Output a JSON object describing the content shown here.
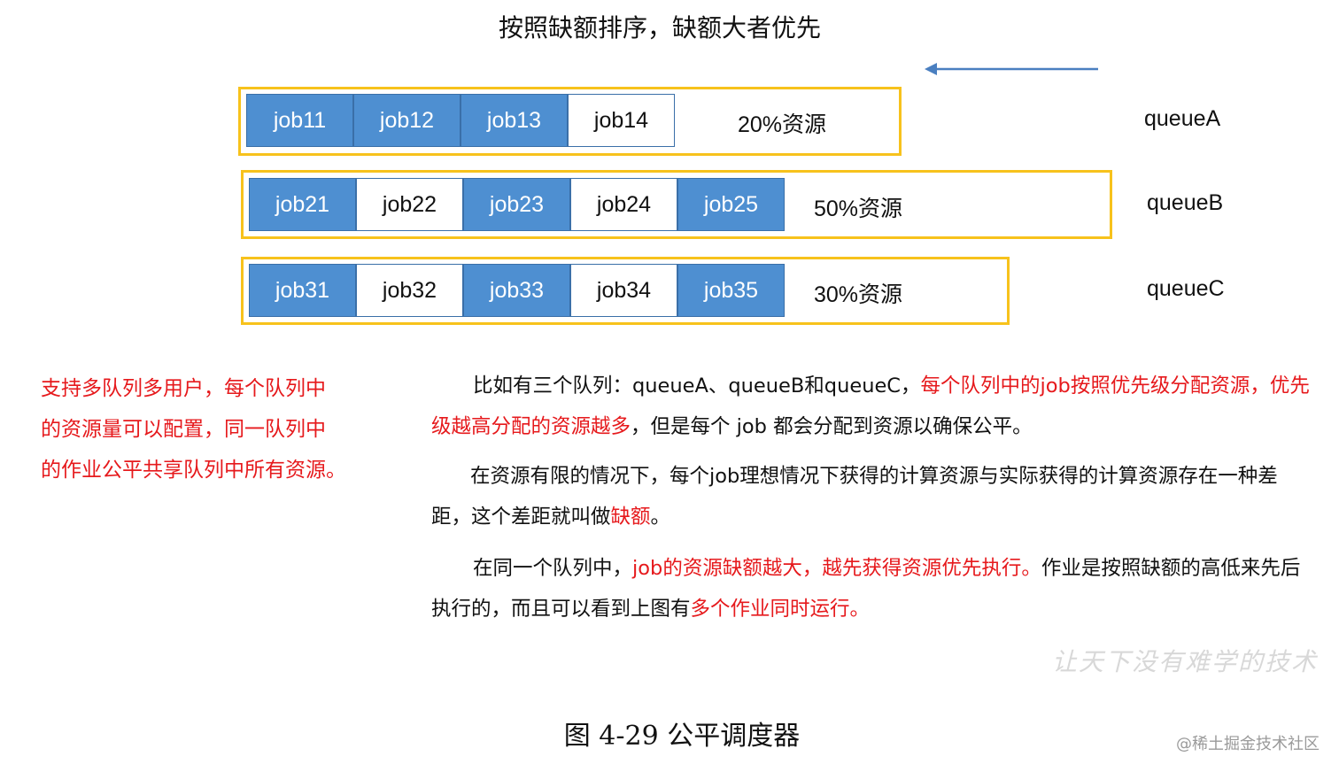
{
  "title": "按照缺额排序，缺额大者优先",
  "colors": {
    "job_filled": "#4e8fd1",
    "queue_border": "#f7c21c",
    "arrow": "#4a7fc0",
    "highlight_text": "#e6191c"
  },
  "arrow_icon": "left-arrow-icon",
  "queues": [
    {
      "name": "queueA",
      "share": "20%资源",
      "jobs": [
        {
          "label": "job11",
          "filled": true
        },
        {
          "label": "job12",
          "filled": true
        },
        {
          "label": "job13",
          "filled": true
        },
        {
          "label": "job14",
          "filled": false
        }
      ]
    },
    {
      "name": "queueB",
      "share": "50%资源",
      "jobs": [
        {
          "label": "job21",
          "filled": true
        },
        {
          "label": "job22",
          "filled": false
        },
        {
          "label": "job23",
          "filled": true
        },
        {
          "label": "job24",
          "filled": false
        },
        {
          "label": "job25",
          "filled": true
        }
      ]
    },
    {
      "name": "queueC",
      "share": "30%资源",
      "jobs": [
        {
          "label": "job31",
          "filled": true
        },
        {
          "label": "job32",
          "filled": false
        },
        {
          "label": "job33",
          "filled": true
        },
        {
          "label": "job34",
          "filled": false
        },
        {
          "label": "job35",
          "filled": true
        }
      ]
    }
  ],
  "left_note": [
    "支持多队列多用户，每个队列中",
    "的资源量可以配置，同一队列中",
    "的作业公平共享队列中所有资源。"
  ],
  "para1": {
    "a": "比如有三个队列：queueA、queueB和queueC，",
    "b": "每个队列中的job按照优先级分配资源，优先级越高分配的资源越多",
    "c": "，但是每个 job 都会分配到资源以确保公平。"
  },
  "para2": {
    "a": "在资源有限的情况下，每个job理想情况下获得的计算资源与实际获得的计算资源存在一种差距，这个差距就叫做",
    "b": "缺额",
    "c": "。"
  },
  "para3": {
    "a": "在同一个队列中，",
    "b": "job的资源缺额越大，越先获得资源优先执行。",
    "c": "作业是按照缺额的高低来先后执行的，而且可以看到上图有",
    "d": "多个作业同时运行。"
  },
  "watermark": "让天下没有难学的技术",
  "caption": "图 4-29 公平调度器",
  "credit": "@稀土掘金技术社区"
}
